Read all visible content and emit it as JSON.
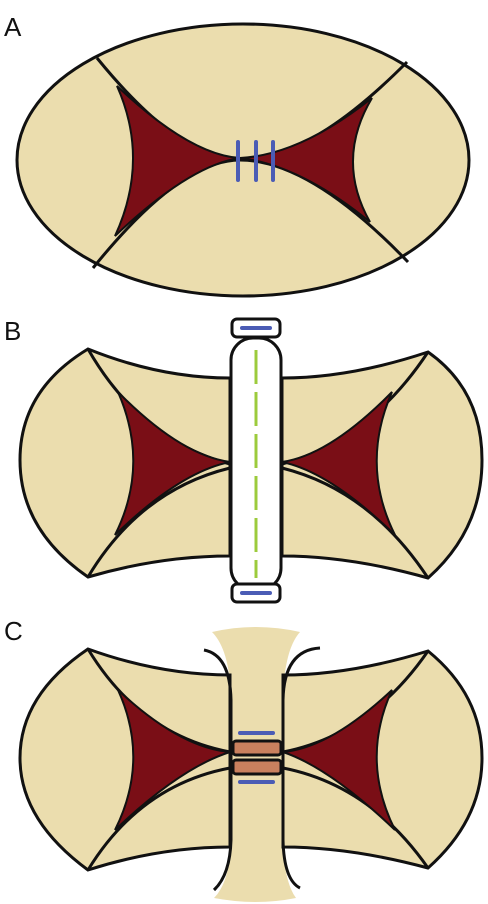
{
  "panels": [
    {
      "label": "A"
    },
    {
      "label": "B"
    },
    {
      "label": "C"
    }
  ],
  "colors": {
    "tissue": "#EBDDAE",
    "core": "#7A0E16",
    "outline": "#111111",
    "suture": "#4B5CB5",
    "implant_line": "#9CCB3C",
    "band": "#C9805E",
    "background": "#FFFFFF"
  }
}
